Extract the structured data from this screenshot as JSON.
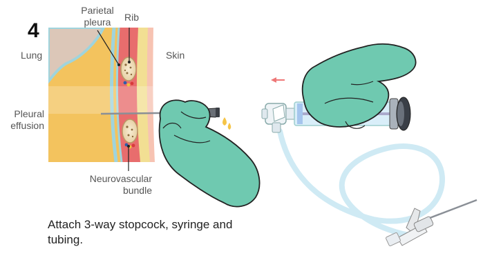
{
  "step_number": "4",
  "labels": {
    "parietal_pleura": [
      "Parietal",
      "pleura"
    ],
    "rib": "Rib",
    "lung": "Lung",
    "skin": "Skin",
    "pleural_effusion": [
      "Pleural",
      "effusion"
    ],
    "neurovascular_bundle": [
      "Neurovascular",
      "bundle"
    ]
  },
  "caption": [
    "Attach 3-way stopcock, syringe and",
    "tubing."
  ],
  "colors": {
    "effusion": "#f3c35e",
    "lung_tissue": "#dcc7b8",
    "pleura": "#9fd4dd",
    "muscle": "#e86d6d",
    "fat": "#f2df93",
    "skin": "#f7c3b2",
    "glove": "#6fc9b0",
    "glove_outline": "#222222",
    "tubing": "#cfeaf4",
    "arrow": "#ee7777",
    "fluid_drop": "#f5c447"
  },
  "icons": [
    "rib-bone-icon",
    "needle-icon",
    "glove-hand-icon",
    "syringe-icon",
    "stopcock-icon",
    "catheter-icon",
    "direction-arrow-icon"
  ]
}
